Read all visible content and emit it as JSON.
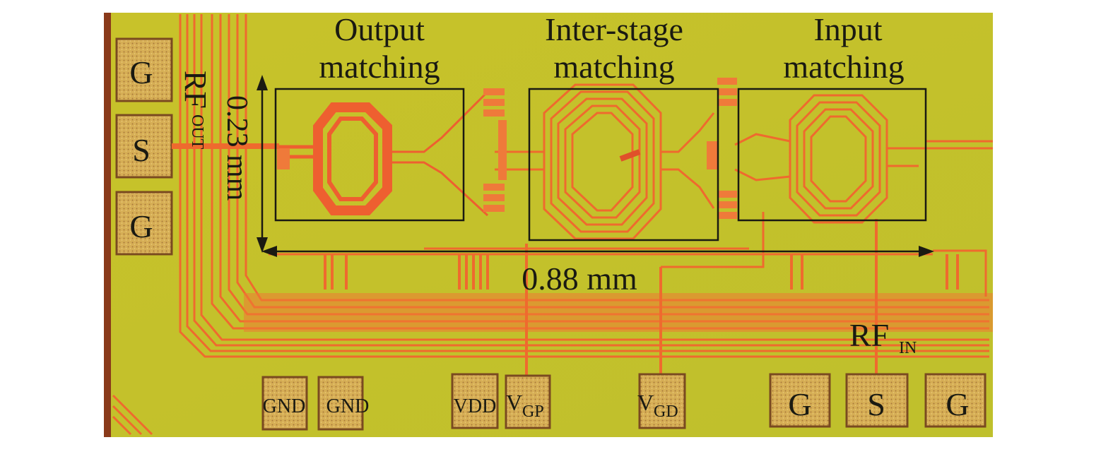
{
  "labels": {
    "output_matching_line1": "Output",
    "output_matching_line2": "matching",
    "interstage_matching_line1": "Inter-stage",
    "interstage_matching_line2": "matching",
    "input_matching_line1": "Input",
    "input_matching_line2": "matching",
    "height_dimension": "0.23 mm",
    "width_dimension": "0.88 mm",
    "rf_out_main": "RF",
    "rf_out_sub": "OUT",
    "rf_in_main": "RF",
    "rf_in_sub": "IN"
  },
  "pads": {
    "left_top": "G",
    "left_mid": "S",
    "left_bottom": "G",
    "gnd_1": "GND",
    "gnd_2": "GND",
    "vdd": "VDD",
    "vgp_main": "V",
    "vgp_sub": "GP",
    "vgd_main": "V",
    "vgd_sub": "GD",
    "right_g1": "G",
    "right_s": "S",
    "right_g2": "G"
  },
  "colors": {
    "substrate": "#c9c42a",
    "metal": "#ef6a2e",
    "metal_dark": "#e0502a",
    "pad": "#d9b45a",
    "label": "#1a1a12"
  }
}
